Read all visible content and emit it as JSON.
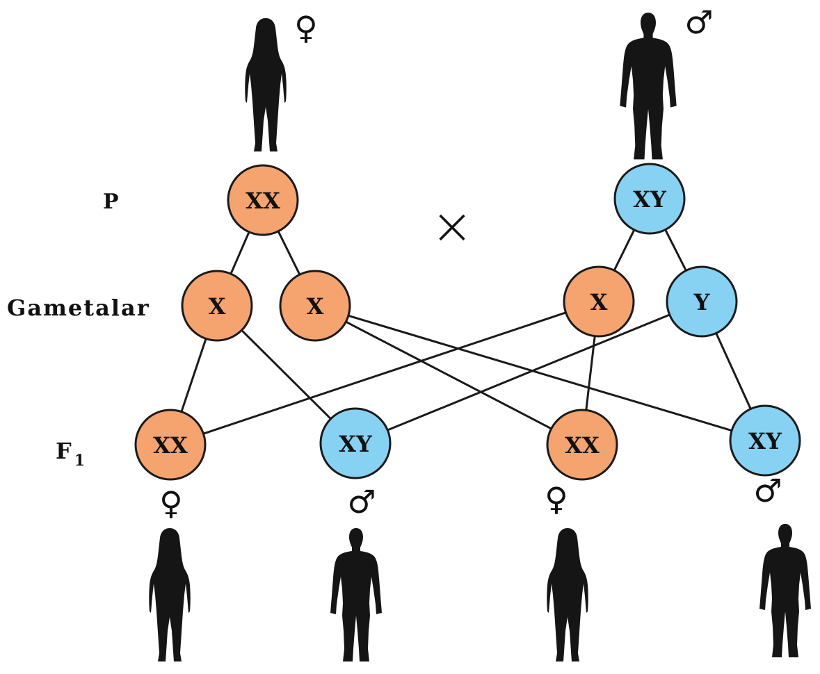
{
  "colors": {
    "female": "#f5a36f",
    "male": "#87d2f2",
    "stroke": "#1a1a1a",
    "silhouette": "#151515"
  },
  "labels": {
    "parents": "P",
    "gametes": "Gametalar",
    "f1_letter": "F",
    "f1_subscript": "1",
    "cross": "×"
  },
  "parents": {
    "mother": {
      "genotype": "XX",
      "sex_symbol": "♀",
      "sex": "female"
    },
    "father": {
      "genotype": "XY",
      "sex_symbol": "♂",
      "sex": "male"
    }
  },
  "gametes": [
    {
      "id": "g1",
      "label": "X",
      "parent": "mother",
      "color_key": "female"
    },
    {
      "id": "g2",
      "label": "X",
      "parent": "mother",
      "color_key": "female"
    },
    {
      "id": "g3",
      "label": "X",
      "parent": "father",
      "color_key": "female"
    },
    {
      "id": "g4",
      "label": "Y",
      "parent": "father",
      "color_key": "male"
    }
  ],
  "offspring": [
    {
      "id": "o1",
      "genotype": "XX",
      "sex": "female",
      "sex_symbol": "♀",
      "from": [
        "g1",
        "g3"
      ]
    },
    {
      "id": "o2",
      "genotype": "XY",
      "sex": "male",
      "sex_symbol": "♂",
      "from": [
        "g1",
        "g4"
      ]
    },
    {
      "id": "o3",
      "genotype": "XX",
      "sex": "female",
      "sex_symbol": "♀",
      "from": [
        "g2",
        "g3"
      ]
    },
    {
      "id": "o4",
      "genotype": "XY",
      "sex": "male",
      "sex_symbol": "♂",
      "from": [
        "g2",
        "g4"
      ]
    }
  ]
}
